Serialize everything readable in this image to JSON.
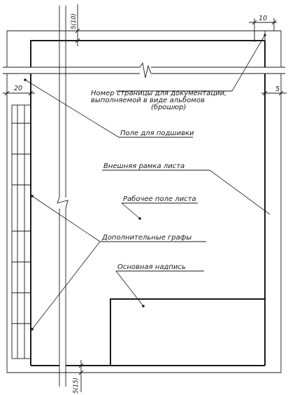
{
  "dimensions": {
    "top_margin": "5(10)",
    "top_right": "10",
    "left_binding": "20",
    "right_margin": "5",
    "bottom_margin": "5(15)"
  },
  "labels": {
    "page_number_line1": "Номер страницы для документации,",
    "page_number_line2": "выполняемой в виде альбомов",
    "page_number_line3": "(брошюр)",
    "binding_field": "Поле для подшивки",
    "outer_frame": "Внешняя рамка листа",
    "working_field": "Рабочее поле листа",
    "additional_columns": "Дополнительные графы",
    "title_block": "Основная надпись"
  }
}
